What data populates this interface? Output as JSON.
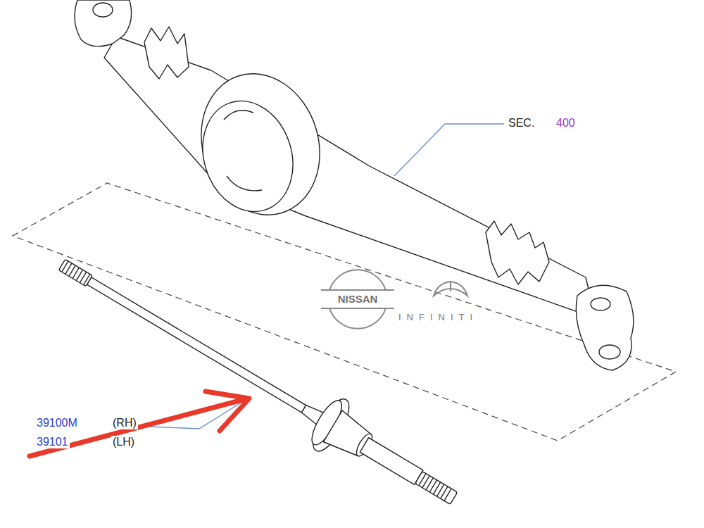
{
  "diagram": {
    "labels": [
      "SEC.",
      "400",
      "39100M",
      "(RH)",
      "39101",
      "(LH)",
      "NISSAN",
      "INFINITI"
    ]
  }
}
